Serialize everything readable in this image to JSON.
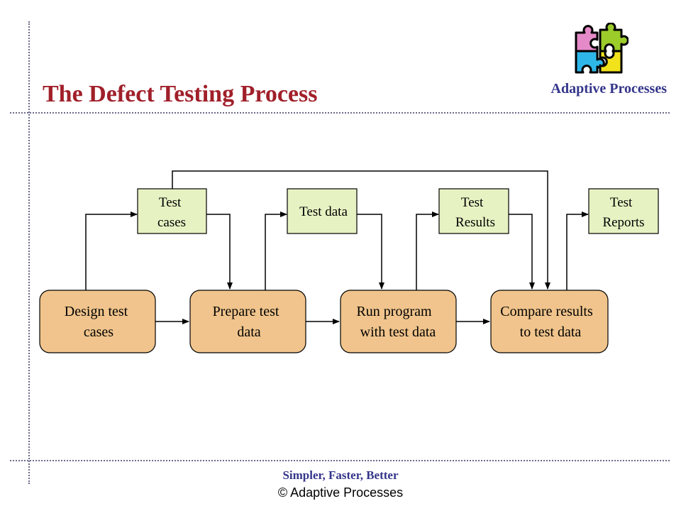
{
  "header": {
    "title": "The Defect Testing Process",
    "brand": "Adaptive Processes",
    "logo_icon": "puzzle-pieces-icon"
  },
  "footer": {
    "tagline": "Simpler, Faster, Better",
    "copyright": "© Adaptive Processes"
  },
  "diagram": {
    "processes": [
      {
        "id": "design",
        "lines": [
          "Design test",
          "cases"
        ]
      },
      {
        "id": "prepare",
        "lines": [
          "Prepare test",
          "data"
        ]
      },
      {
        "id": "run",
        "lines": [
          "Run program",
          "with test data"
        ]
      },
      {
        "id": "compare",
        "lines": [
          "Compare results",
          "to test data"
        ]
      }
    ],
    "artifacts": [
      {
        "id": "test-cases",
        "lines": [
          "Test",
          "cases"
        ]
      },
      {
        "id": "test-data",
        "lines": [
          "Test data"
        ]
      },
      {
        "id": "test-results",
        "lines": [
          "Test",
          "Results"
        ]
      },
      {
        "id": "test-reports",
        "lines": [
          "Test",
          "Reports"
        ]
      }
    ],
    "colors": {
      "process_fill": "#f0c48c",
      "artifact_fill": "#e6f2c2",
      "title": "#a0202a",
      "brand": "#34358a"
    }
  }
}
